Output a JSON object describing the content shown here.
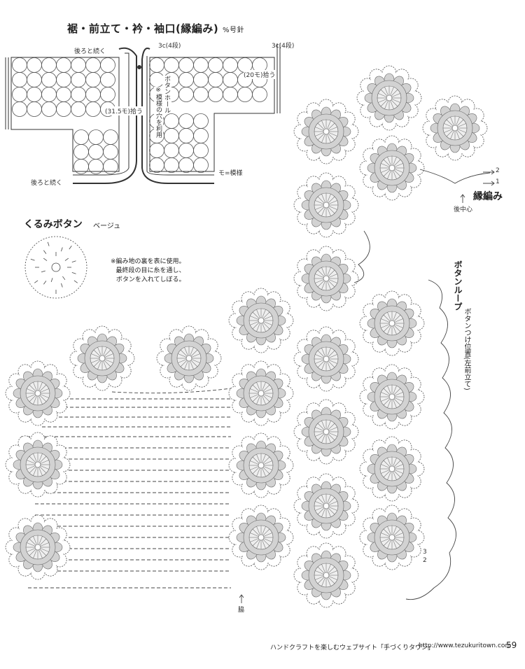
{
  "title": "裾・前立て・衿・袖口",
  "title_suffix": "(縁編み)",
  "title_note": "%号針",
  "schematic": {
    "back_continue_top": "後ろと続く",
    "back_continue_bottom": "後ろと続く",
    "rows_label_1": "3c(4段)",
    "rows_label_2": "3c(4段)",
    "pick_sleeve": "(20モ)拾う",
    "pick_front": "(31.5モ)拾う",
    "buttonhole": "ボタンホール",
    "buttonhole_note": "※模様の穴を利用",
    "legend": "モ=模様"
  },
  "button": {
    "title": "くるみボタン",
    "color": "ベージュ",
    "note_line1": "※編み地の裏を表に使用。",
    "note_line2": "最終段の目に糸を通し、",
    "note_line3": "ボタンを入れてしぼる。"
  },
  "chart": {
    "edging_label": "縁編み",
    "back_center": "後中心",
    "arrow_2": "2",
    "arrow_1": "1",
    "button_loop": "ボタンループ",
    "button_position": "ボタンつけ位置(左前立て)",
    "side_label": "脇",
    "row_3": "3",
    "row_2": "2"
  },
  "footer": {
    "site": "ハンドクラフトを楽しむウェブサイト「手づくりタウン」",
    "url": "http://www.tezukuritown.com",
    "page": "59"
  },
  "colors": {
    "ink": "#333333",
    "motif_fill": "#d2d2d2",
    "motif_center": "#eeeeee"
  }
}
